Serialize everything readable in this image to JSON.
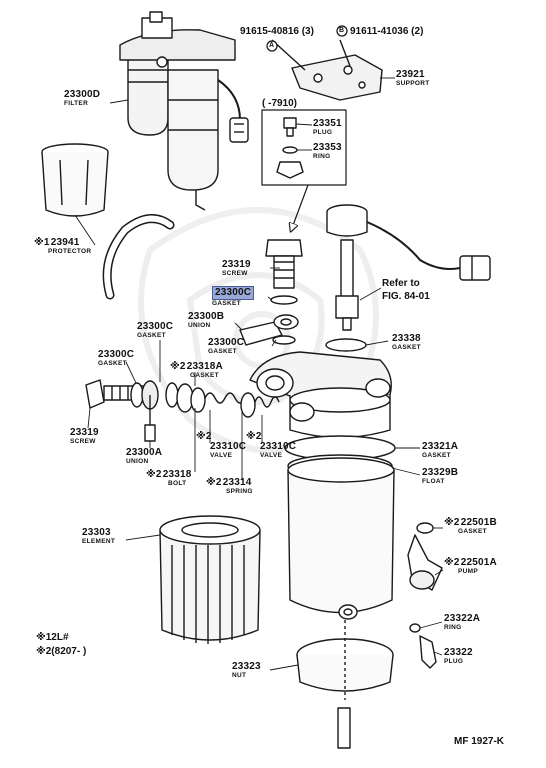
{
  "header_note": "(      -7910)",
  "refer": {
    "line1": "Refer to",
    "line2": "FIG. 84-01"
  },
  "bolts": [
    {
      "num": "91615-40816 (3)",
      "mark": "A"
    },
    {
      "num": "91611-41036 (2)",
      "mark": "B"
    }
  ],
  "marks": {
    "m1": "※1",
    "m2": "※2"
  },
  "legend": [
    {
      "mark": "※1",
      "text": "2L#"
    },
    {
      "mark": "※2",
      "text": "(8207-        )"
    }
  ],
  "footer": "MF  1927-K",
  "highlight_color": "#9aa8d8",
  "parts": {
    "p23300D": {
      "num": "23300D",
      "name": "FILTER"
    },
    "p23921": {
      "num": "23921",
      "name": "SUPPORT"
    },
    "p23351": {
      "num": "23351",
      "name": "PLUG"
    },
    "p23353": {
      "num": "23353",
      "name": "RING"
    },
    "p23941": {
      "num": "23941",
      "name": "PROTECTOR"
    },
    "p23319a": {
      "num": "23319",
      "name": "SCREW"
    },
    "p23300Chl": {
      "num": "23300C",
      "name": "GASKET"
    },
    "p23300B": {
      "num": "23300B",
      "name": "UNION"
    },
    "p23300Ctop": {
      "num": "23300C",
      "name": "GASKET"
    },
    "p23300Cleft": {
      "num": "23300C",
      "name": "GASKET"
    },
    "p23300Cmid": {
      "num": "23300C",
      "name": "GASKET"
    },
    "p23338": {
      "num": "23338",
      "name": "GASKET"
    },
    "p23318A": {
      "num": "23318A",
      "name": "GASKET"
    },
    "p23319b": {
      "num": "23319",
      "name": "SCREW"
    },
    "p23300A": {
      "num": "23300A",
      "name": "UNION"
    },
    "p23310Ca": {
      "num": "23310C",
      "name": "VALVE"
    },
    "p23310Cb": {
      "num": "23310C",
      "name": "VALVE"
    },
    "p23321A": {
      "num": "23321A",
      "name": "GASKET"
    },
    "p23329B": {
      "num": "23329B",
      "name": "FLOAT"
    },
    "p23318": {
      "num": "23318",
      "name": "BOLT"
    },
    "p23314": {
      "num": "23314",
      "name": "SPRING"
    },
    "p23303": {
      "num": "23303",
      "name": "ELEMENT"
    },
    "p22501B": {
      "num": "22501B",
      "name": "GASKET"
    },
    "p22501A": {
      "num": "22501A",
      "name": "PUMP"
    },
    "p23322A": {
      "num": "23322A",
      "name": "RING"
    },
    "p23322": {
      "num": "23322",
      "name": "PLUG"
    },
    "p23323": {
      "num": "23323",
      "name": "NUT"
    }
  }
}
